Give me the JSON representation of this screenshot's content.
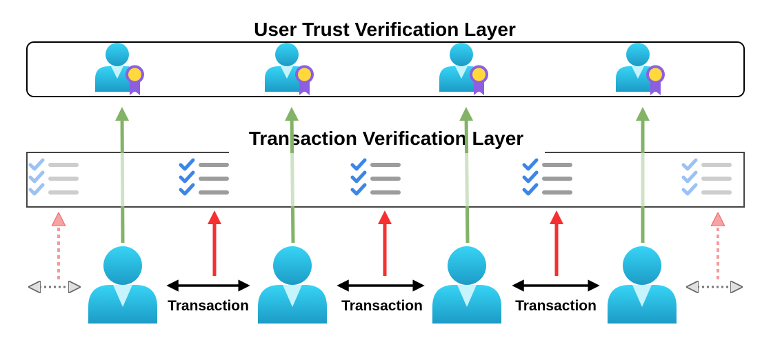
{
  "user_layer": {
    "title": "User Trust Verification Layer",
    "verified_user_icon": "verified-user-icon"
  },
  "transaction_layer": {
    "title": "Transaction Verification Layer",
    "checklist_icon": "checklist-icon"
  },
  "transactions": [
    {
      "label": "Transaction"
    },
    {
      "label": "Transaction"
    },
    {
      "label": "Transaction"
    }
  ],
  "colors": {
    "user_blue_light": "#35d0f2",
    "user_blue_dark": "#1a9fc9",
    "badge_purple": "#8c5fe0",
    "badge_gold": "#ffd93b",
    "check_blue": "#3b86e8",
    "list_gray": "#9c9c9c",
    "trust_green": "#82b366",
    "tx_red": "#f53030",
    "arrow_black": "#000000"
  }
}
